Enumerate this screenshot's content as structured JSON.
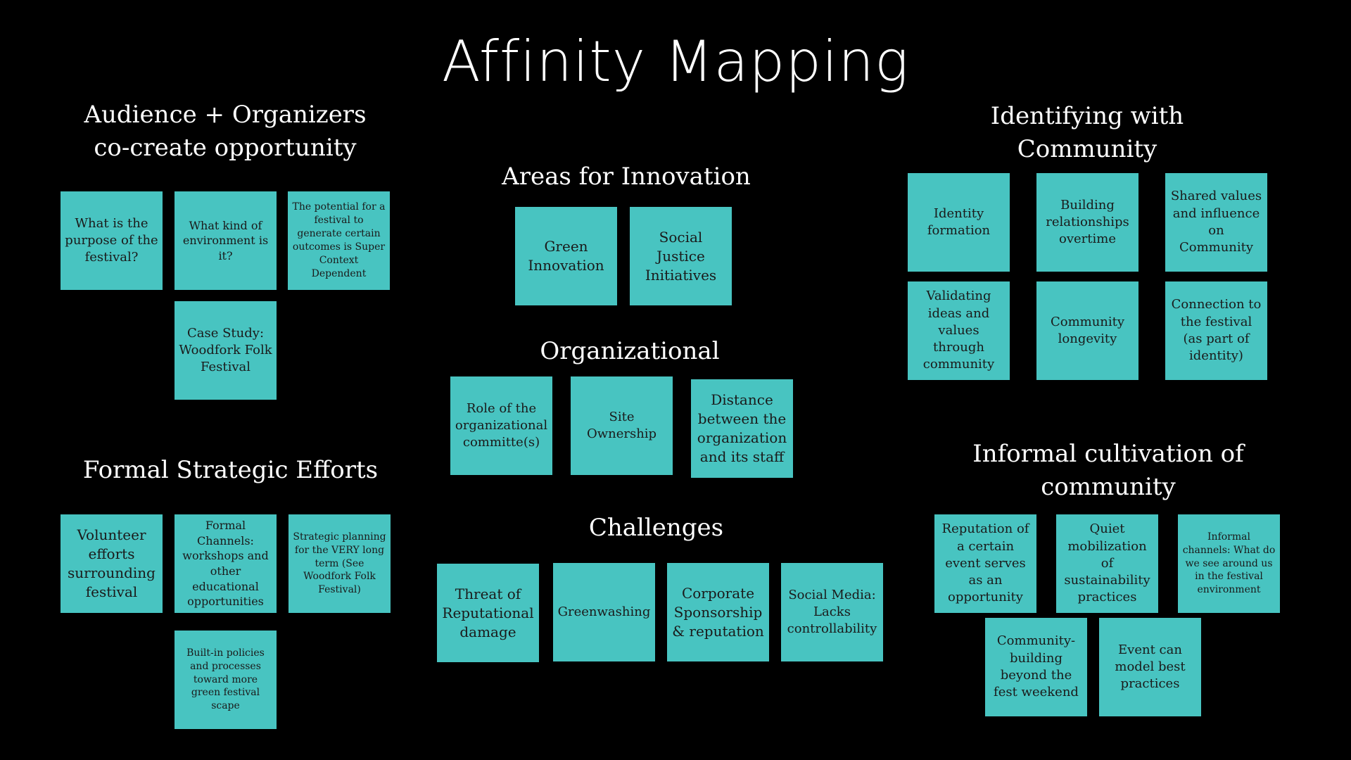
{
  "title": "Affinity Mapping",
  "groups": {
    "audience": {
      "heading": "Audience + Organizers\nco-create opportunity",
      "notes": [
        "What is the purpose of the festival?",
        "What kind of environment is it?",
        "The potential for a festival to generate certain outcomes is Super Context Dependent",
        "Case Study: Woodfork Folk Festival"
      ]
    },
    "formal": {
      "heading": "Formal Strategic Efforts",
      "notes": [
        "Volunteer efforts surrounding festival",
        "Formal Channels: workshops and other educational opportunities",
        "Strategic planning for the VERY long term (See Woodfork Folk Festival)",
        "Built-in policies and processes toward more green festival scape"
      ]
    },
    "innovation": {
      "heading": "Areas for Innovation",
      "notes": [
        "Green Innovation",
        "Social Justice Initiatives"
      ]
    },
    "organizational": {
      "heading": "Organizational",
      "notes": [
        "Role of the organizational committe(s)",
        "Site Ownership",
        "Distance between the organization and its staff"
      ]
    },
    "challenges": {
      "heading": "Challenges",
      "notes": [
        "Threat of Reputational damage",
        "Greenwashing",
        "Corporate Sponsorship & reputation",
        "Social Media: Lacks controllability"
      ]
    },
    "identifying": {
      "heading": "Identifying with\nCommunity",
      "notes": [
        "Identity formation",
        "Building relationships overtime",
        "Shared values and influence on Community",
        "Validating ideas and values through community",
        "Community longevity",
        "Connection to the festival (as part of identity)"
      ]
    },
    "informal": {
      "heading": "Informal  cultivation of\ncommunity",
      "notes": [
        "Reputation of a certain event serves as an opportunity",
        "Quiet mobilization of sustainability practices",
        "Informal channels: What do we see around us in the festival environment",
        "Community-building beyond the fest weekend",
        "Event can model best practices"
      ]
    }
  },
  "colors": {
    "background": "#000000",
    "note": "#48c4c1",
    "text": "#ffffff"
  }
}
